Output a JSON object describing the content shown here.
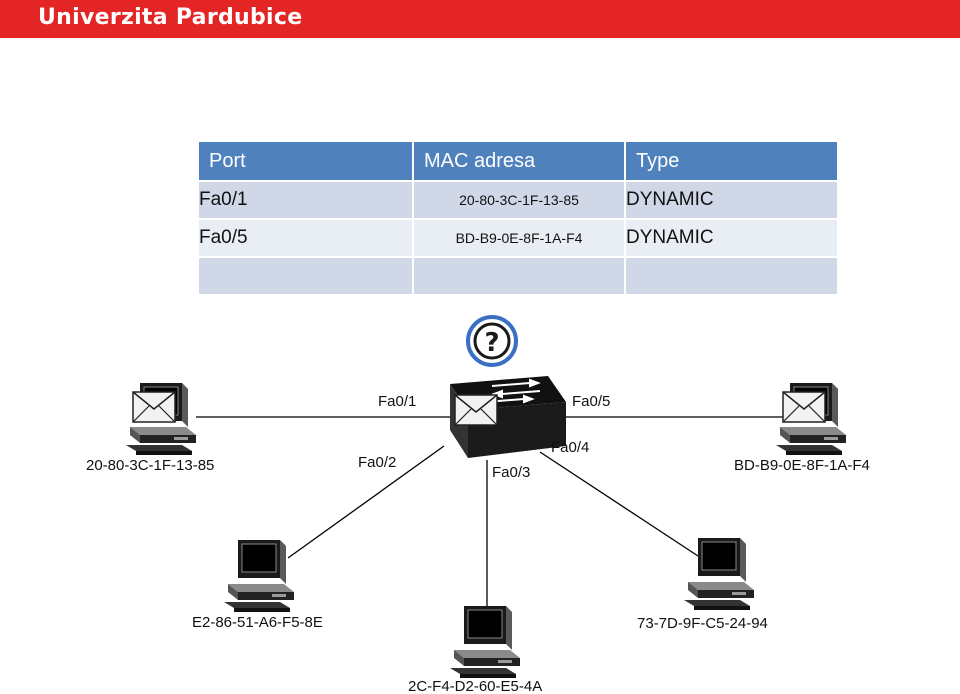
{
  "header": {
    "title": "Univerzita Pardubice"
  },
  "mac_table": {
    "columns": [
      "Port",
      "MAC adresa",
      "Type"
    ],
    "rows": [
      {
        "port": "Fa0/1",
        "mac": "20-80-3C-1F-13-85",
        "type": "DYNAMIC"
      },
      {
        "port": "Fa0/5",
        "mac": "BD-B9-0E-8F-1A-F4",
        "type": "DYNAMIC"
      },
      {
        "port": "",
        "mac": "",
        "type": ""
      }
    ]
  },
  "diagram": {
    "ports": {
      "fa01": "Fa0/1",
      "fa02": "Fa0/2",
      "fa03": "Fa0/3",
      "fa04": "Fa0/4",
      "fa05": "Fa0/5"
    },
    "hosts": {
      "left": "20-80-3C-1F-13-85",
      "right": "BD-B9-0E-8F-1A-F4",
      "bottom_left": "E2-86-51-A6-F5-8E",
      "bottom_center": "2C-F4-D2-60-E5-4A",
      "bottom_right": "73-7D-9F-C5-24-94"
    },
    "icons": {
      "switch": "switch-icon",
      "question": "question-icon",
      "envelope": "envelope-icon"
    },
    "colors": {
      "banner": "#e32526",
      "table_header": "#4f81bd",
      "question_ring": "#3a6fc4"
    }
  }
}
